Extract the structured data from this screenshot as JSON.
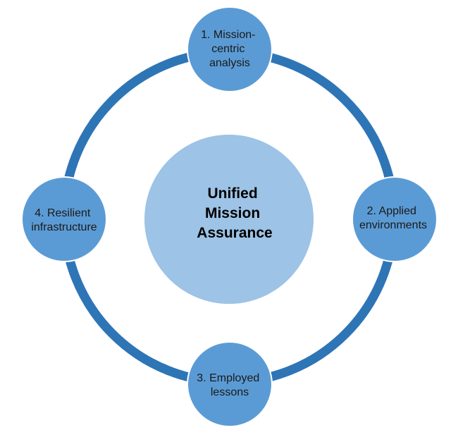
{
  "colors": {
    "ring": "#2e75b6",
    "outer_node": "#5b9bd5",
    "outer_node_stroke": "#ffffff",
    "center_node": "#9dc3e6",
    "text": "#1a1a1a"
  },
  "center": {
    "lines": [
      "Unified",
      "Mission",
      "Assurance"
    ]
  },
  "nodes": [
    {
      "id": "mission-centric-analysis",
      "lines": [
        "1. Mission-",
        "centric",
        "analysis"
      ]
    },
    {
      "id": "applied-environments",
      "lines": [
        "2. Applied",
        "environments"
      ]
    },
    {
      "id": "employed-lessons",
      "lines": [
        "3. Employed",
        "lessons"
      ]
    },
    {
      "id": "resilient-infrastructure",
      "lines": [
        "4. Resilient",
        "infrastructure"
      ]
    }
  ]
}
